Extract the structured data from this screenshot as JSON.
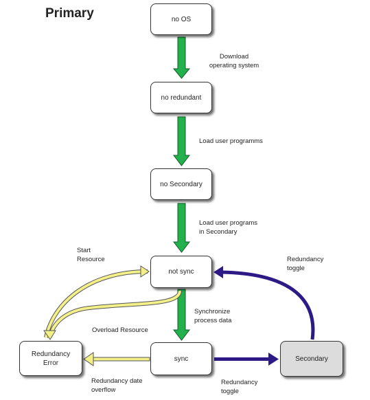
{
  "title": "Primary",
  "states": {
    "no_os": "no OS",
    "no_redundant": "no redundant",
    "no_secondary": "no Secondary",
    "not_sync": "not sync",
    "sync": "sync",
    "redundancy_error": "Redundancy\nError",
    "secondary": "Secondary"
  },
  "transitions": {
    "download_os": "Download\noperating system",
    "load_user_programs": "Load user programms",
    "load_user_programs_secondary": "Load user programs\nin Secondary",
    "start_resource": "Start\nResource",
    "redundancy_toggle_top": "Redundancy\ntoggle",
    "synchronize_process_data": "Synchronize\nprocess data",
    "overload_resource": "Overload Resource",
    "redundancy_date_overflow": "Redundancy date\noverflow",
    "redundancy_toggle_bottom": "Redundancy\ntoggle"
  },
  "colors": {
    "green_arrow": "#22b14c",
    "yellow_arrow": "#f3f08a",
    "purple_arrow": "#2e1a87",
    "secondary_fill": "#dcdcdc"
  }
}
